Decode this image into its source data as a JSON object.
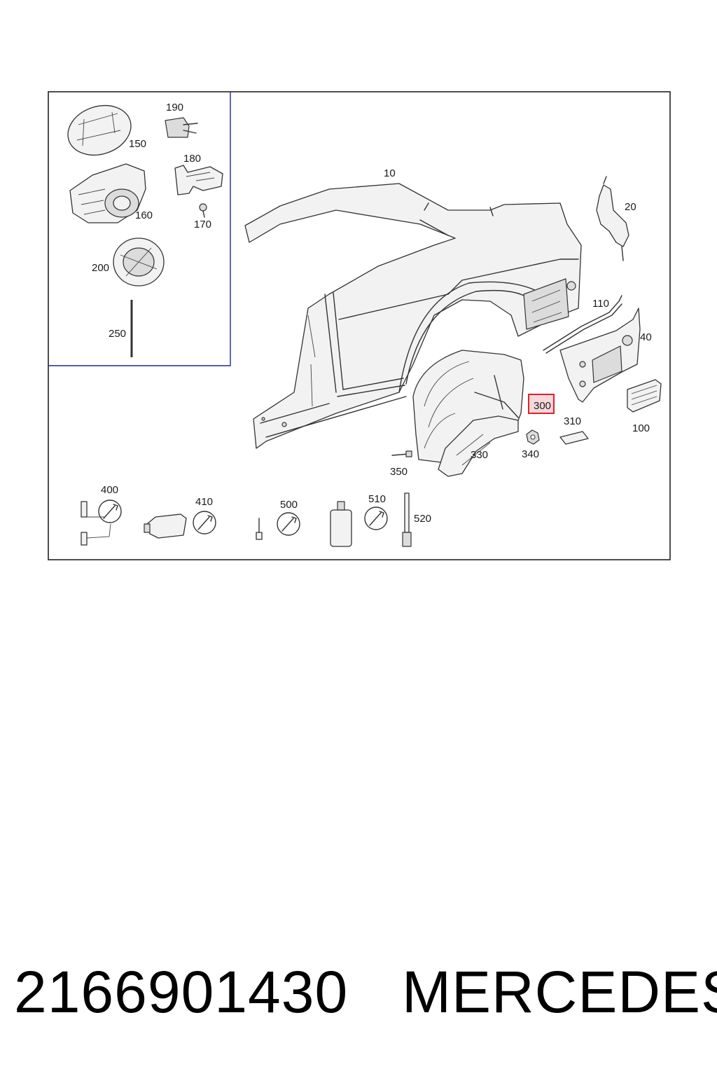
{
  "callouts": {
    "c10": "10",
    "c20": "20",
    "c40": "40",
    "c100": "100",
    "c110": "110",
    "c150": "150",
    "c160": "160",
    "c170": "170",
    "c180": "180",
    "c190": "190",
    "c200": "200",
    "c250": "250",
    "c300": "300",
    "c310": "310",
    "c330": "330",
    "c340": "340",
    "c350": "350",
    "c400": "400",
    "c410": "410",
    "c500": "500",
    "c510": "510",
    "c520": "520"
  },
  "highlight": {
    "callout": "300",
    "color": "#e0202a",
    "fill": "#f7d9dc"
  },
  "footer": {
    "part_number": "2166901430",
    "brand": "MERCEDES"
  },
  "colors": {
    "frame": "#222222",
    "line": "#333333",
    "inset_border_accent": "#1e2a8a"
  },
  "icons": {
    "tool_symbol": "wrench-icon"
  }
}
